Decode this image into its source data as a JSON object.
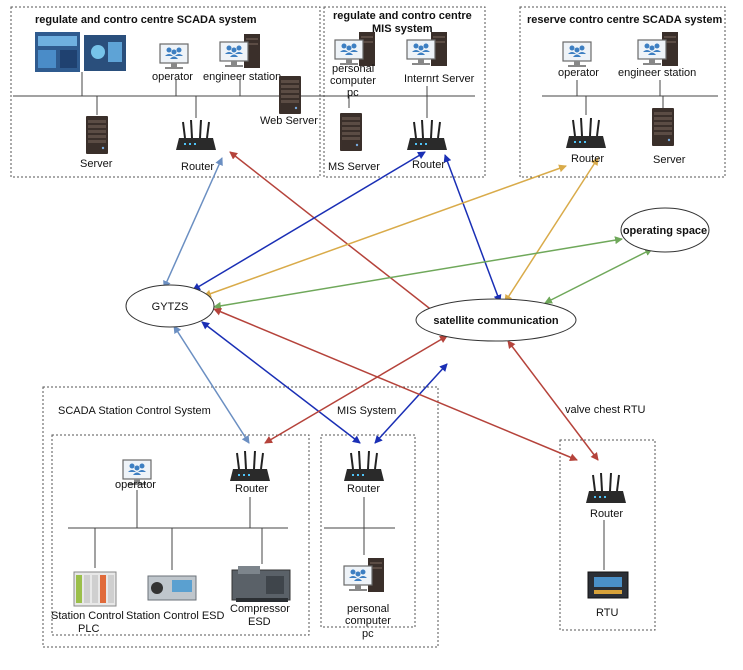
{
  "groups": {
    "scada_centre": "regulate and contro centre SCADA system",
    "mis_centre_line1": "regulate and contro centre",
    "mis_centre_line2": "MIS system",
    "reserve_centre": "reserve contro centre SCADA system",
    "station_control": "SCADA Station Control  System",
    "station_mis": "MIS  System",
    "valve_rtu": "valve chest RTU"
  },
  "labels": {
    "operator_1": "operator",
    "engineer_1": "engineer station",
    "web_server": "Web Server",
    "server_1": "Server",
    "router_1": "Router",
    "pc_1_line1": "personal",
    "pc_1_line2": "computer",
    "pc_1_line3": "pc",
    "internet_server": "Internrt Server",
    "ms_server": "MS Server",
    "router_2": "Router",
    "operator_3": "operator",
    "engineer_3": "engineer station",
    "router_3": "Router",
    "server_3": "Server",
    "gytzs": "GYTZS",
    "operating_space": "operating space",
    "satellite": "satellite communication",
    "operator_4": "operator",
    "router_4": "Router",
    "plc_line1": "Station Control",
    "plc_line2": "PLC",
    "esd": "Station Control ESD",
    "comp_line1": "Compressor",
    "comp_line2": "ESD",
    "router_5": "Router",
    "pc_5_line1": "personal",
    "pc_5_line2": "computer",
    "pc_5_line3": "pc",
    "router_6": "Router",
    "rtu": "RTU"
  },
  "colors": {
    "link_red": "#b5433b",
    "link_blue": "#1a2fb5",
    "link_lightblue": "#6b8fc2",
    "link_yellow": "#d9ab4a",
    "link_green": "#6fa85a",
    "router_body": "#2a2a2a",
    "server_body": "#3a2f2a",
    "monitor_blue": "#3d7fc2"
  }
}
